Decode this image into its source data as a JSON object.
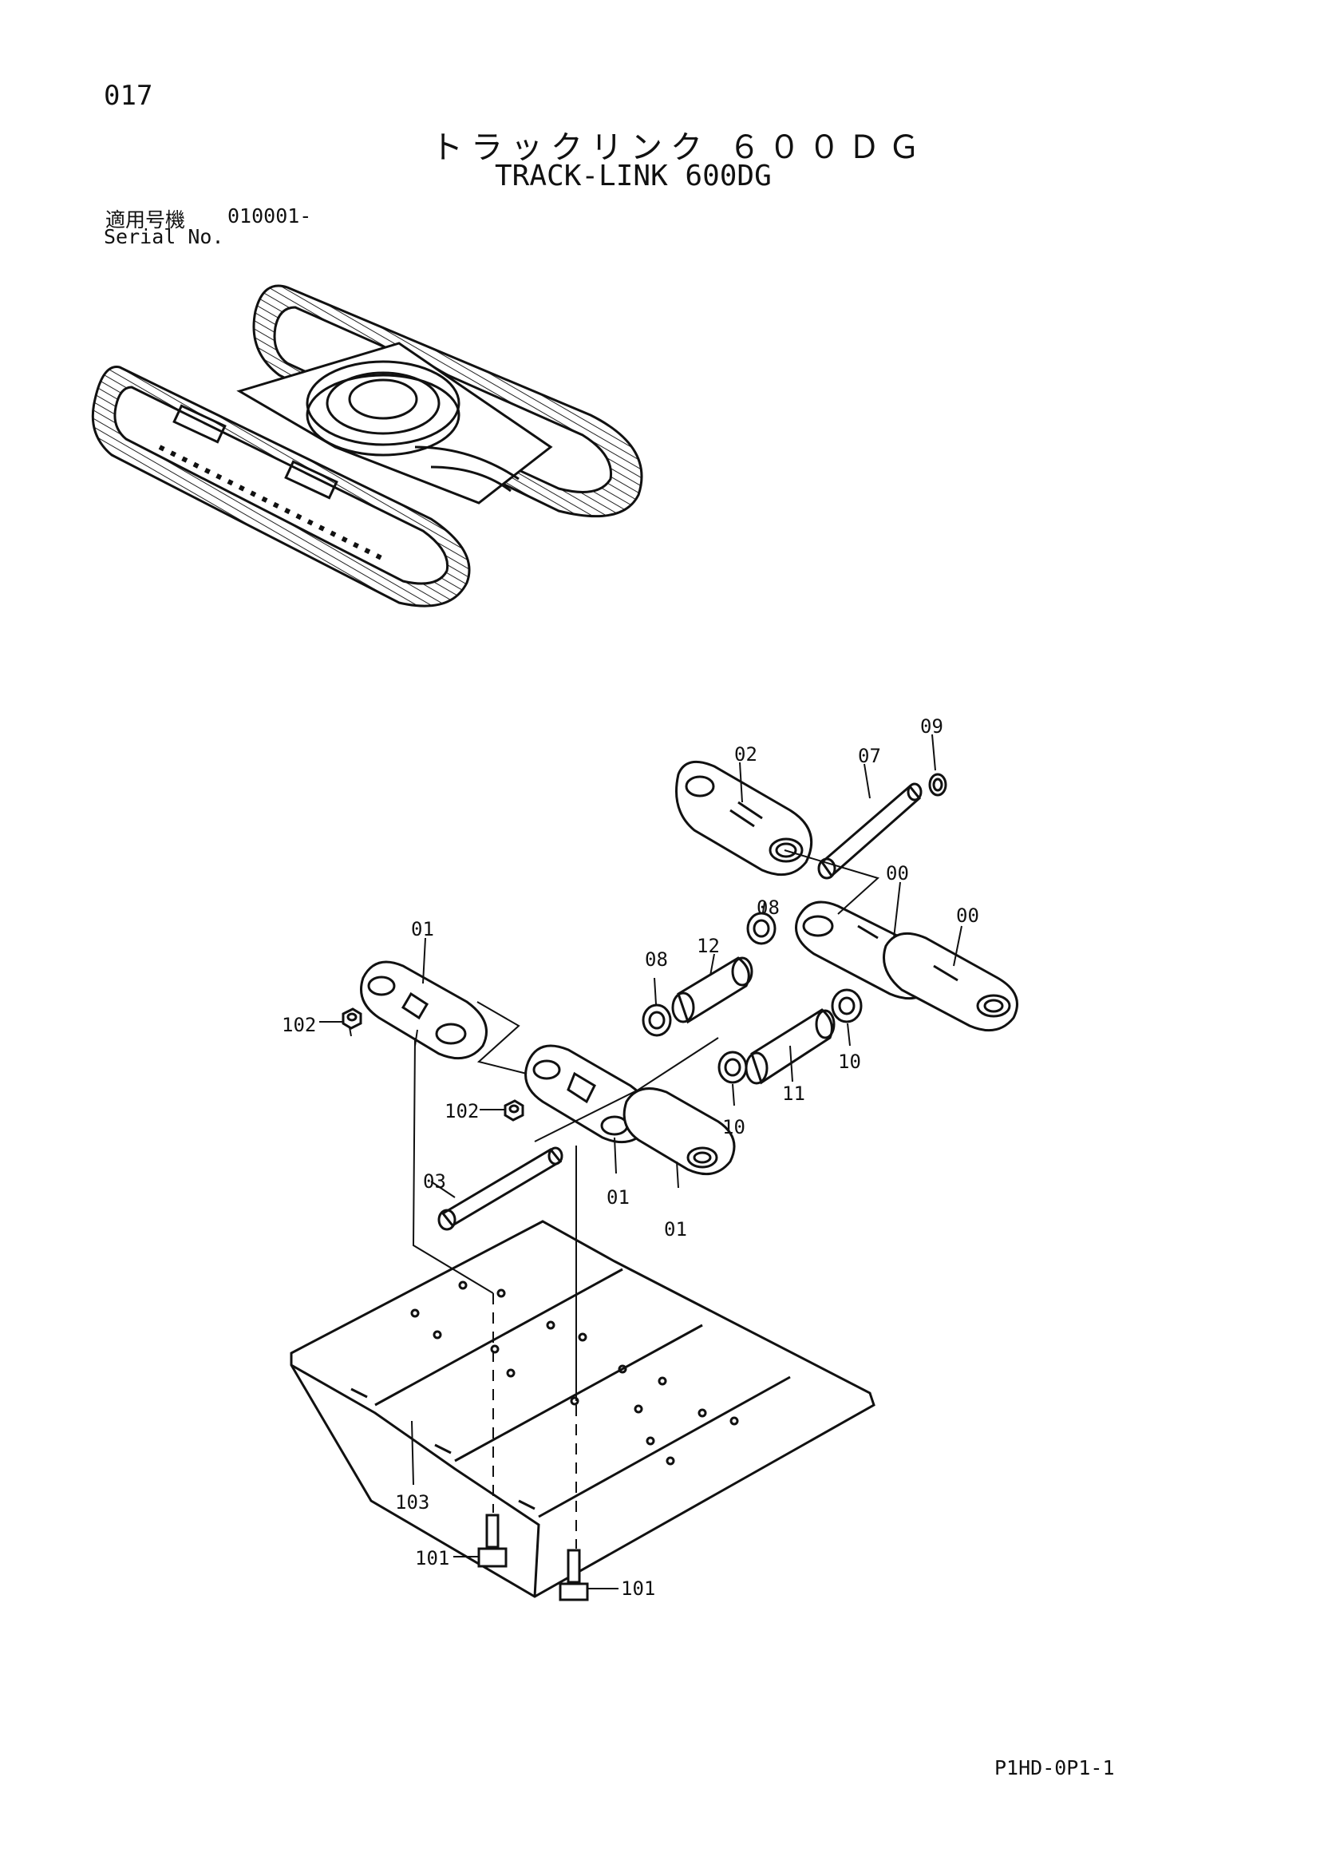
{
  "header": {
    "page_number": "017",
    "title_ja": "トラックリンク ６００ＤＧ",
    "title_en": "TRACK-LINK 600DG"
  },
  "serial": {
    "label_ja": "適用号機",
    "number": "010001-",
    "label_en": "Serial No."
  },
  "callouts": {
    "c00a": "00",
    "c00b": "00",
    "c01a": "01",
    "c01b": "01",
    "c01c": "01",
    "c02": "02",
    "c03": "03",
    "c07": "07",
    "c08a": "08",
    "c08b": "08",
    "c09": "09",
    "c10a": "10",
    "c10b": "10",
    "c11": "11",
    "c12": "12",
    "c101a": "101",
    "c101b": "101",
    "c102a": "102",
    "c102b": "102",
    "c103": "103"
  },
  "footer": {
    "code": "P1HD-0P1-1"
  }
}
